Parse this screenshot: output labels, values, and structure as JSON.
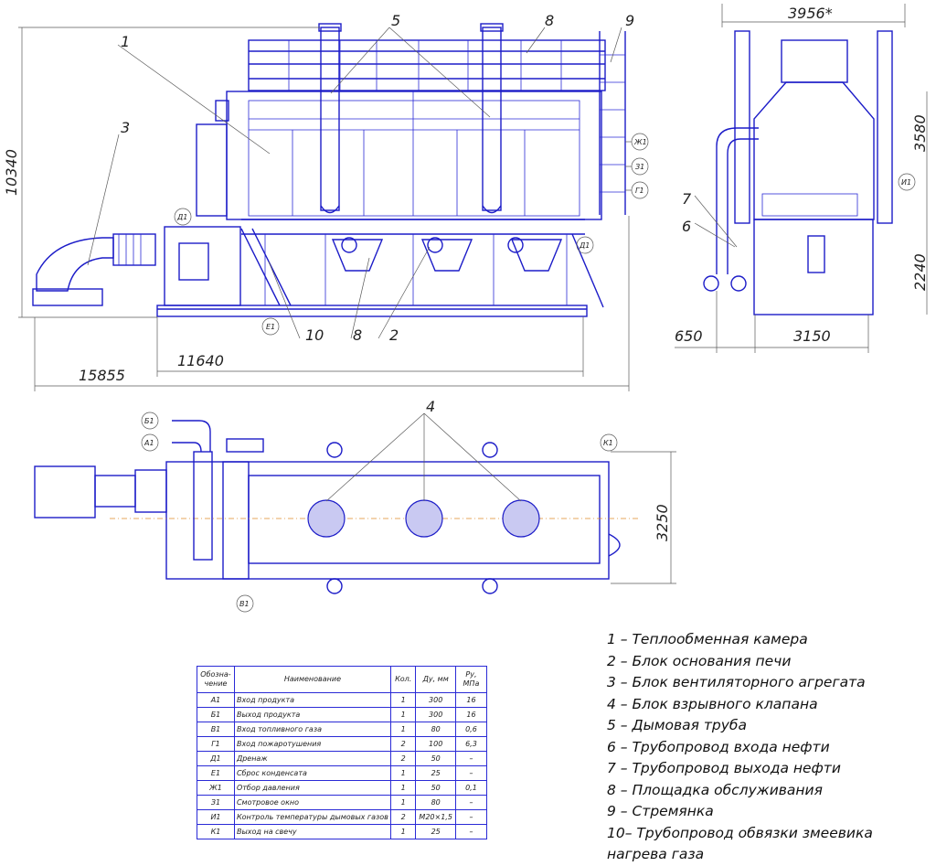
{
  "dimensions": {
    "height_total": "10340",
    "length_total": "15855",
    "length_frame": "11640",
    "width_top": "3956*",
    "height_upper": "3580",
    "height_lower": "2240",
    "offset_side": "650",
    "width_base": "3150",
    "width_plan": "3250"
  },
  "callouts": {
    "c1": "1",
    "c2": "2",
    "c3": "3",
    "c4": "4",
    "c5": "5",
    "c6": "6",
    "c7": "7",
    "c8": "8",
    "c8b": "8",
    "c9": "9",
    "c10": "10"
  },
  "tags": {
    "zh1": "Ж1",
    "z1": "З1",
    "g1": "Г1",
    "d1a": "Д1",
    "d1b": "Д1",
    "e1": "Е1",
    "i1": "И1",
    "b1": "Б1",
    "a1": "А1",
    "k1": "К1",
    "v1": "В1"
  },
  "spec_table": {
    "headers": {
      "designation": "Обозна-чение",
      "name": "Наименование",
      "qty": "Кол.",
      "dn": "Ду, мм",
      "pressure": "Ру, МПа"
    },
    "rows": [
      {
        "designation": "А1",
        "name": "Вход продукта",
        "qty": "1",
        "dn": "300",
        "pressure": "16"
      },
      {
        "designation": "Б1",
        "name": "Выход продукта",
        "qty": "1",
        "dn": "300",
        "pressure": "16"
      },
      {
        "designation": "В1",
        "name": "Вход топливного газа",
        "qty": "1",
        "dn": "80",
        "pressure": "0,6"
      },
      {
        "designation": "Г1",
        "name": "Вход пожаротушения",
        "qty": "2",
        "dn": "100",
        "pressure": "6,3"
      },
      {
        "designation": "Д1",
        "name": "Дренаж",
        "qty": "2",
        "dn": "50",
        "pressure": "–"
      },
      {
        "designation": "Е1",
        "name": "Сброс конденсата",
        "qty": "1",
        "dn": "25",
        "pressure": "–"
      },
      {
        "designation": "Ж1",
        "name": "Отбор давления",
        "qty": "1",
        "dn": "50",
        "pressure": "0,1"
      },
      {
        "designation": "З1",
        "name": "Смотровое окно",
        "qty": "1",
        "dn": "80",
        "pressure": "–"
      },
      {
        "designation": "И1",
        "name": "Контроль температуры дымовых газов",
        "qty": "2",
        "dn": "М20×1,5",
        "pressure": "–"
      },
      {
        "designation": "К1",
        "name": "Выход на свечу",
        "qty": "1",
        "dn": "25",
        "pressure": "–"
      }
    ]
  },
  "legend": [
    "1 – Теплообменная камера",
    "2 – Блок основания печи",
    "3 – Блок вентиляторного агрегата",
    "4 – Блок взрывного клапана",
    "5 – Дымовая труба",
    "6 – Трубопровод входа нефти",
    "7 – Трубопровод выхода нефти",
    "8 – Площадка обслуживания",
    "9 – Стремянка",
    "10– Трубопровод обвязки змеевика",
    "нагрева газа"
  ]
}
